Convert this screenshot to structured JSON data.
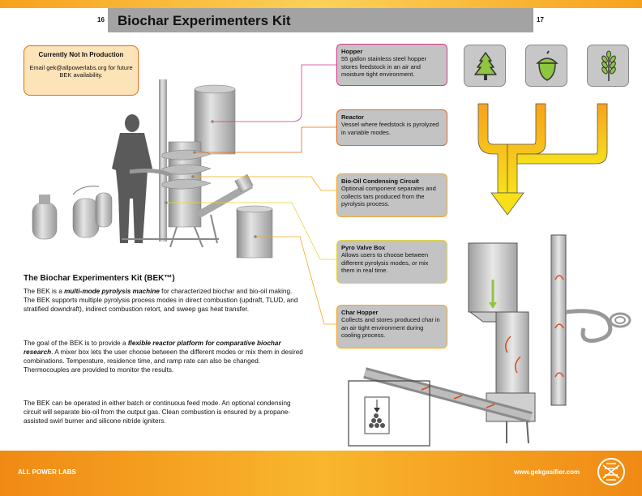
{
  "header": {
    "title": "Biochar Experimenters Kit",
    "page_left": "16",
    "page_right": "17"
  },
  "notice": {
    "title": "Currently Not In Production",
    "text": "Email gek@allpowerlabs.org for future BEK availability."
  },
  "callouts": {
    "hopper": {
      "title": "Hopper",
      "text": "55 gallon stainless steel hopper stores feedstock in an air and moisture tight environment."
    },
    "reactor": {
      "title": "Reactor",
      "text": "Vessel where feedstock is pyrolyzed in variable modes."
    },
    "biooil": {
      "title": "Bio-Oil Condensing Circuit",
      "text": "Optional component separates and collects tars produced from the pyrolysis process."
    },
    "pyro": {
      "title": "Pyro Valve Box",
      "text": "Allows users to choose between different pyrolysis modes, or mix them in real time."
    },
    "char": {
      "title": "Char Hopper",
      "text": "Collects and stores produced char in an air tight environment during cooling process."
    }
  },
  "feedstock_icons": [
    "tree-icon",
    "acorn-icon",
    "wheat-icon"
  ],
  "body": {
    "section_title": "The Biochar Experimenters Kit (BEK™)",
    "p1_a": "The BEK is a ",
    "p1_em": "multi-mode pyrolysis machine",
    "p1_b": " for characterized biochar and bio-oil making. The BEK supports multiple pyrolysis process modes in direct combustion (updraft, TLUD, and stratified downdraft), indirect combustion retort, and sweep gas heat transfer.",
    "p2_a": "The goal of the BEK is to provide a ",
    "p2_em": "flexible reactor platform for comparative biochar research",
    "p2_b": ". A mixer box lets the user choose between the different modes or mix them in desired combinations. Temperature, residence time, and ramp rate can also be changed. Thermocouples are provided to monitor the results.",
    "p3": "The BEK can be operated in either batch or continuous feed mode. An optional condensing circuit will separate bio-oil from the output gas. Clean combustion is ensured by a propane-assisted swirl burner and silicone nitride igniters."
  },
  "footer": {
    "brand": "ALL POWER LABS",
    "url": "www.gekgasifier.com"
  },
  "colors": {
    "orange": "#f7a21c",
    "header_gray": "#a3a3a3",
    "callout_gray": "#c3c3c3",
    "hopper_border": "#d9338a",
    "reactor_border": "#e06a1a",
    "pyro_border": "#e4d33a",
    "arrow_yellow": "#f7d61a"
  }
}
